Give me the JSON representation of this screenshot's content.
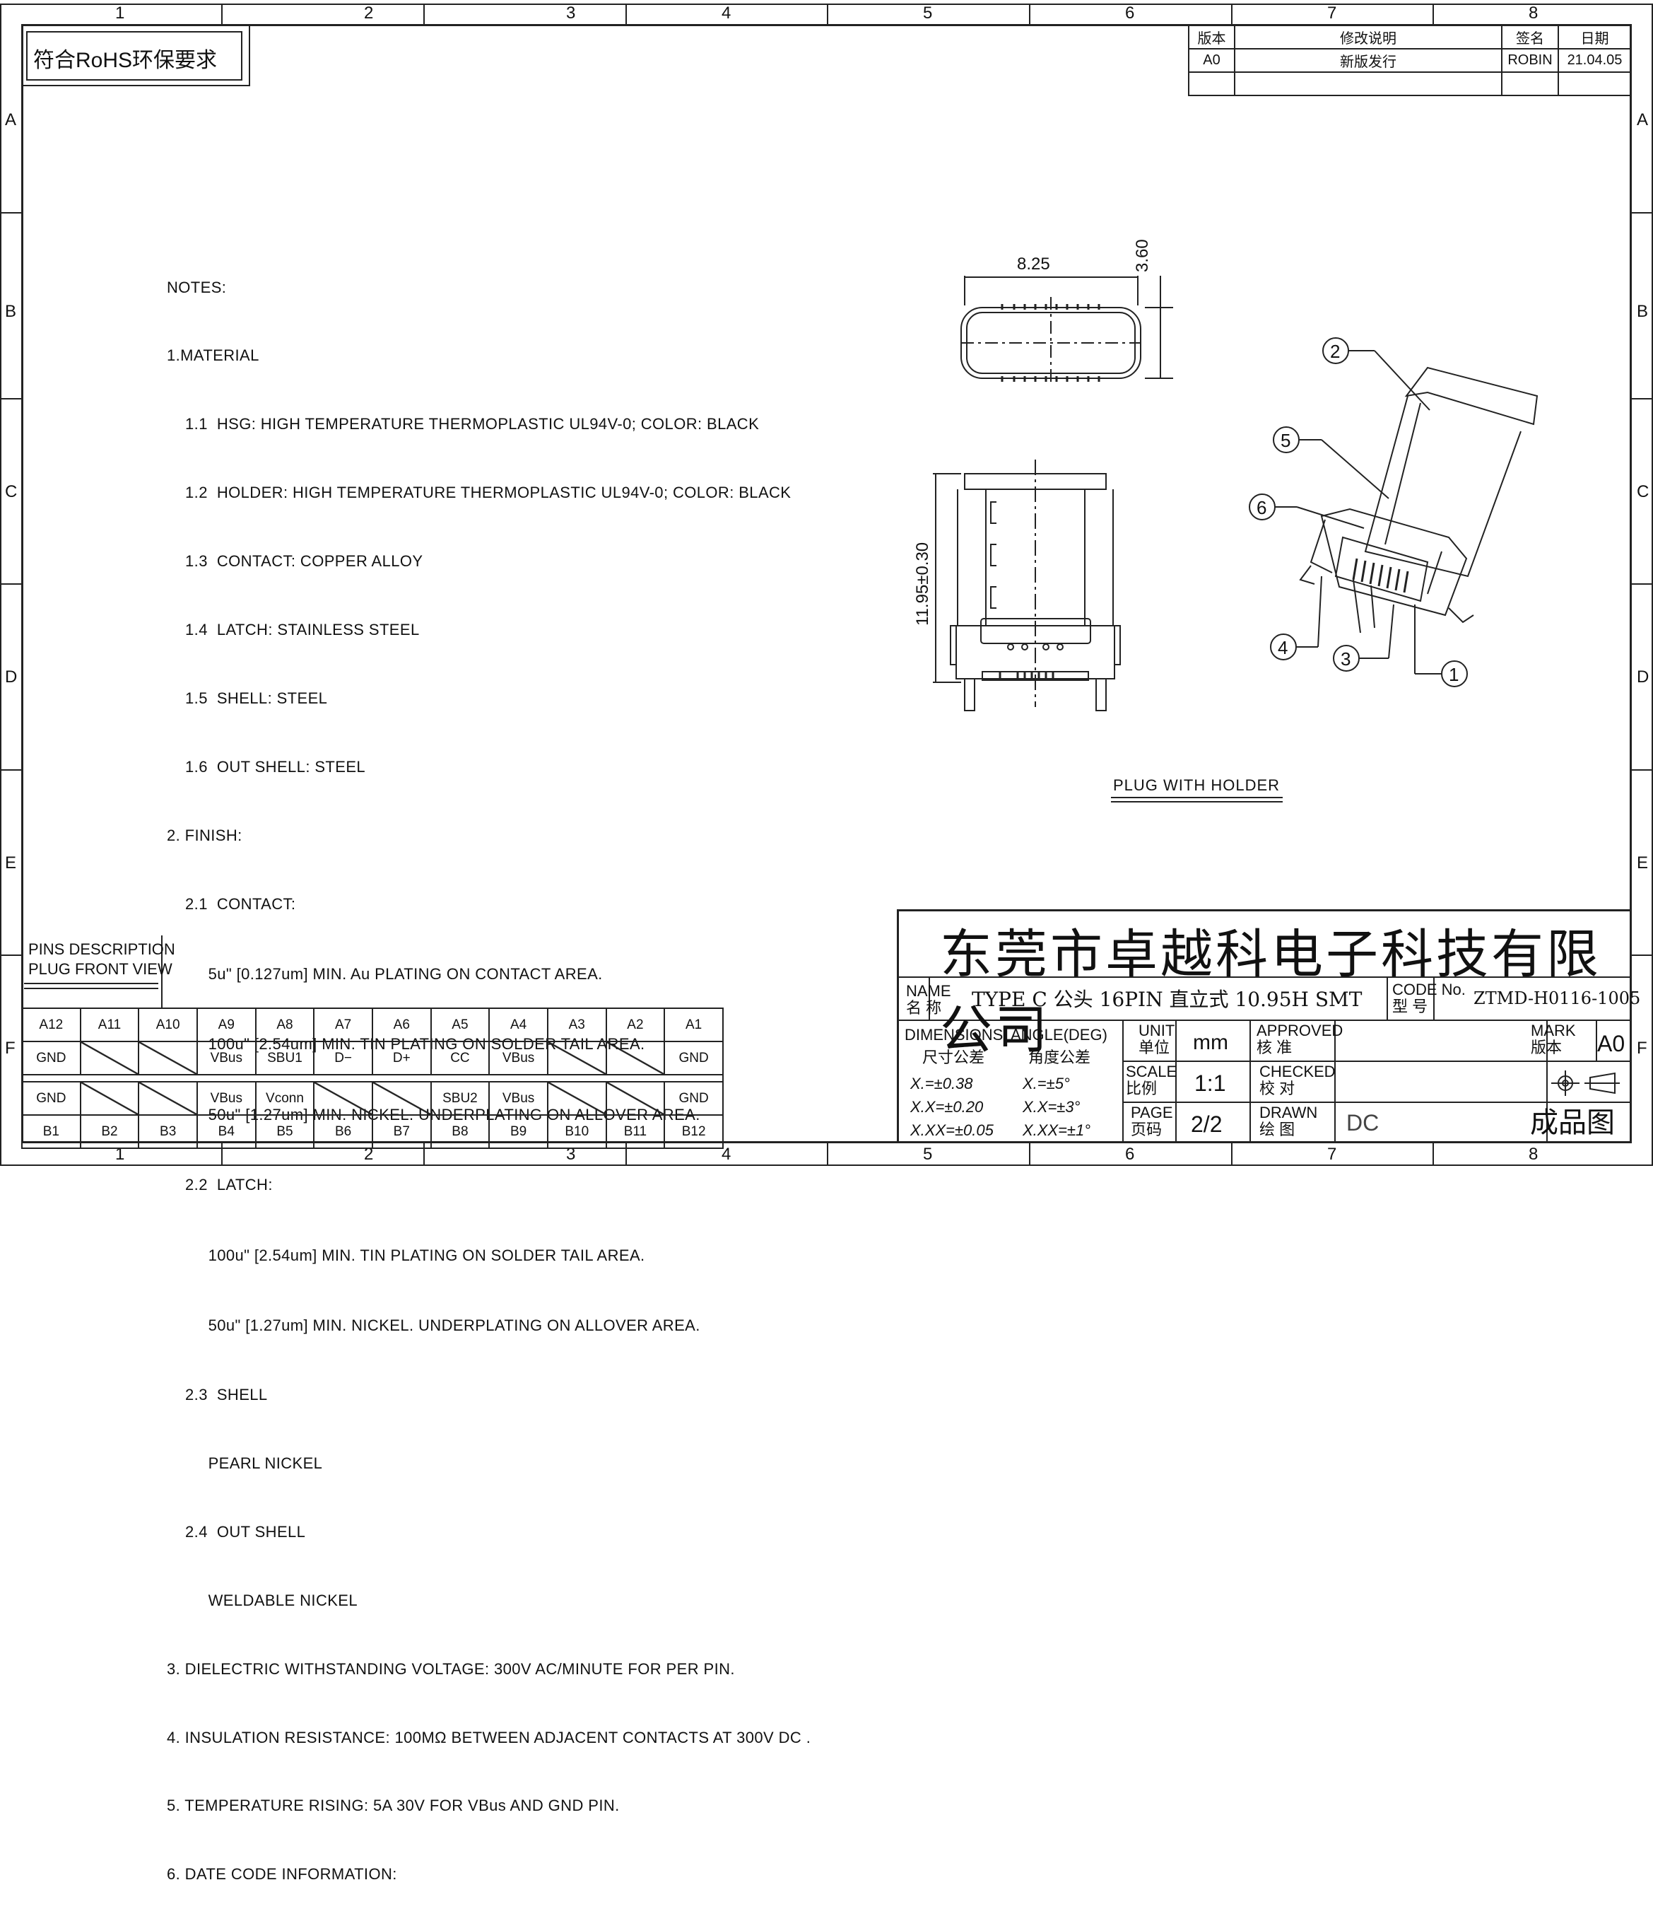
{
  "rohs_label": "符合RoHS环保要求",
  "grid": {
    "columns": [
      "1",
      "2",
      "3",
      "4",
      "5",
      "6",
      "7",
      "8"
    ],
    "rows": [
      "A",
      "B",
      "C",
      "D",
      "E",
      "F"
    ]
  },
  "revision": {
    "headers": [
      "版本",
      "修改说明",
      "签名",
      "日期"
    ],
    "rows": [
      [
        "A0",
        "新版发行",
        "ROBIN",
        "21.04.05"
      ]
    ]
  },
  "notes": [
    "NOTES:",
    "1.MATERIAL",
    "    1.1  HSG: HIGH TEMPERATURE THERMOPLASTIC UL94V-0; COLOR: BLACK",
    "    1.2  HOLDER: HIGH TEMPERATURE THERMOPLASTIC UL94V-0; COLOR: BLACK",
    "    1.3  CONTACT: COPPER ALLOY",
    "    1.4  LATCH: STAINLESS STEEL",
    "    1.5  SHELL: STEEL",
    "    1.6  OUT SHELL: STEEL",
    "2. FINISH:",
    "    2.1  CONTACT:",
    "         5u\" [0.127um] MIN. Au PLATING ON CONTACT AREA.",
    "         100u\" [2.54um] MIN. TIN PLATING ON SOLDER TAIL AREA.",
    "         50u\" [1.27um] MIN. NICKEL. UNDERPLATING ON ALLOVER AREA.",
    "    2.2  LATCH:",
    "         100u\" [2.54um] MIN. TIN PLATING ON SOLDER TAIL AREA.",
    "         50u\" [1.27um] MIN. NICKEL. UNDERPLATING ON ALLOVER AREA.",
    "    2.3  SHELL",
    "         PEARL NICKEL",
    "    2.4  OUT SHELL",
    "         WELDABLE NICKEL",
    "3. DIELECTRIC WITHSTANDING VOLTAGE: 300V AC/MINUTE FOR PER PIN.",
    "4. INSULATION RESISTANCE: 100MΩ BETWEEN ADJACENT CONTACTS AT 300V DC .",
    "5. TEMPERATURE RISING: 5A 30V FOR VBus AND GND PIN.",
    "6. DATE CODE INFORMATION:"
  ],
  "drawing": {
    "dim_width": "8.25",
    "dim_height": "3.60",
    "dim_length": "11.95±0.30",
    "caption": "PLUG WITH HOLDER",
    "callouts": [
      "2",
      "5",
      "6",
      "4",
      "3",
      "1"
    ]
  },
  "pins": {
    "title_1": "PINS DESCRIPTION",
    "title_2": "PLUG FRONT VIEW",
    "row_a_labels": [
      "A12",
      "A11",
      "A10",
      "A9",
      "A8",
      "A7",
      "A6",
      "A5",
      "A4",
      "A3",
      "A2",
      "A1"
    ],
    "row_a_signals": [
      "GND",
      "",
      "",
      "VBus",
      "SBU1",
      "D−",
      "D+",
      "CC",
      "VBus",
      "",
      "",
      "GND"
    ],
    "row_b_signals": [
      "GND",
      "",
      "",
      "VBus",
      "Vconn",
      "",
      "",
      "SBU2",
      "VBus",
      "",
      "",
      "GND"
    ],
    "row_b_labels": [
      "B1",
      "B2",
      "B3",
      "B4",
      "B5",
      "B6",
      "B7",
      "B8",
      "B9",
      "B10",
      "B11",
      "B12"
    ]
  },
  "title_block": {
    "company": "东莞市卓越科电子科技有限公司",
    "name_label_en": "NAME",
    "name_label_cn": "名 称",
    "name_value": "TYPE C 公头 16PIN 直立式 10.95H SMT",
    "code_label_en": "CODE No.",
    "code_label_cn": "型  号",
    "code_value": "ZTMD-H0116-1005",
    "dimensions_label": "DIMENSIONS",
    "dimensions_cn": "尺寸公差",
    "angle_label": "ANGLE(DEG)",
    "angle_cn": "角度公差",
    "tol_dims": [
      "X.=±0.38",
      "X.X=±0.20",
      "X.XX=±0.05"
    ],
    "tol_angles": [
      "X.=±5°",
      "X.X=±3°",
      "X.XX=±1°"
    ],
    "unit_label": "UNIT",
    "unit_cn": "单位",
    "unit_value": "mm",
    "scale_label": "SCALE",
    "scale_cn": "比例",
    "scale_value": "1:1",
    "page_label": "PAGE",
    "page_cn": "页码",
    "page_value": "2/2",
    "approved_label": "APPROVED",
    "approved_cn": "核 准",
    "checked_label": "CHECKED",
    "checked_cn": "校 对",
    "drawn_label": "DRAWN",
    "drawn_cn": "绘 图",
    "drawn_value": "DC",
    "mark_label": "MARK",
    "mark_cn": "版本",
    "mark_value": "A0",
    "stamp": "成品图"
  }
}
